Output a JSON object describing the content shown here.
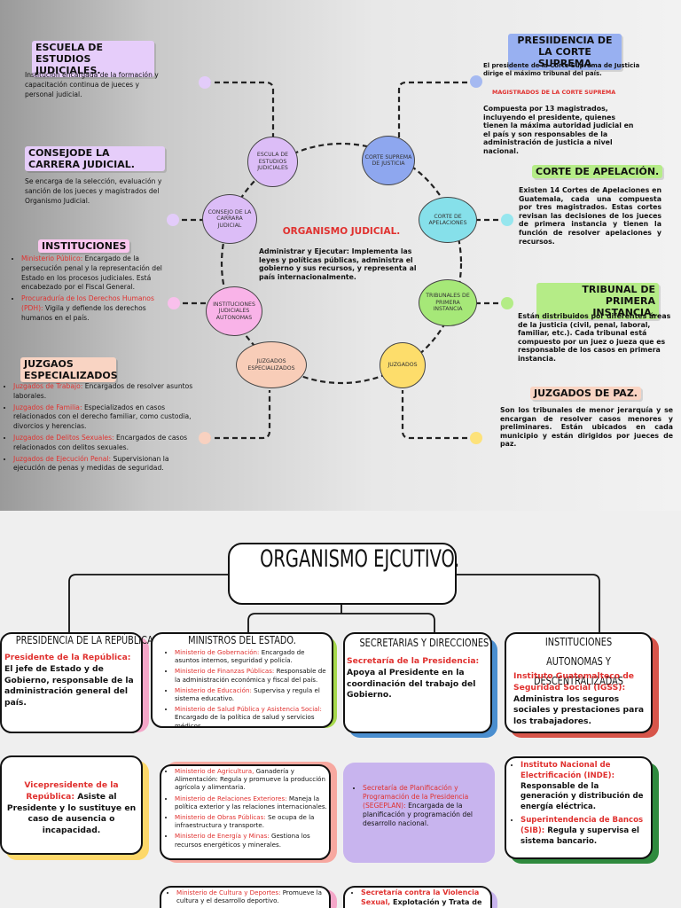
{
  "judicial": {
    "center_title": "ORGANISMO JUDICIAL.",
    "center_text": "Administrar y Ejecutar: Implementa las leyes y políticas públicas, administra el gobierno y sus recursos, y representa al país internacionalmente.",
    "nodes": {
      "escuela": "ESCULA DE ESTUDIOS JUDICIALES",
      "corte_suprema": "CORTE SUPREMA DE JUSTICIA",
      "consejo": "CONSEJO DE LA CARRARA JUDICIAL",
      "corte_apelaciones": "CORTE DE APELACIONES",
      "instituciones": "INSTITUCIONES JUDICIALES AUTONOMAS",
      "tribunales": "TRIBUNALES DE PRIMERA INSTANCIA",
      "juzgados_esp": "JUZGADOS ESPECIALIZADOS",
      "juzgados": "JUZGADOS"
    },
    "escuela": {
      "title": "ESCUELA DE ESTUDIOS JUDICIALES.",
      "text": "Institución encargada de la formación y capacitación continua de jueces y personal judicial."
    },
    "consejo": {
      "title": "CONSEJODE LA CARRERA JUDICIAL.",
      "text": "Se encarga de la selección, evaluación y sanción de los jueces y magistrados del Organismo Judicial."
    },
    "instituciones": {
      "title": "INSTITUCIONES",
      "items": [
        {
          "name": "Ministerio Público:",
          "text": " Encargado de la persecución penal y la representación del Estado en los procesos judiciales. Está encabezado por el Fiscal General."
        },
        {
          "name": "Procuraduría de los Derechos Humanos (PDH):",
          "text": " Vigila y defiende los derechos humanos en el país."
        }
      ]
    },
    "juzgados_esp": {
      "title": "JUZGAOS ESPECIALIZADOS",
      "items": [
        {
          "name": "Juzgados de Trabajo:",
          "text": " Encargados de resolver asuntos laborales."
        },
        {
          "name": "Juzgados de Familia:",
          "text": " Especializados en casos relacionados con el derecho familiar, como custodia, divorcios y herencias."
        },
        {
          "name": "Juzgados de Delitos Sexuales:",
          "text": " Encargados de casos relacionados con delitos sexuales."
        },
        {
          "name": "Juzgados de Ejecución Penal:",
          "text": " Supervisionan la ejecución de penas y medidas de seguridad."
        }
      ]
    },
    "presidencia": {
      "title": "PRESIIDENCIA DE LA CORTE SUPREMA",
      "text": "El presidente de la Corte Suprema de Justicia dirige el máximo tribunal del país.",
      "subtitle": "MAGISTRADOS DE LA CORTE SUPREMA",
      "text2": "Compuesta por 13 magistrados, incluyendo el presidente, quienes tienen la máxima autoridad judicial en el país y son responsables de la administración de justicia a nivel nacional."
    },
    "apelacion": {
      "title": "CORTE DE APELACIÓN.",
      "text": "Existen 14 Cortes de Apelaciones en Guatemala, cada una compuesta por tres magistrados. Estas cortes revisan las decisiones de los jueces de primera instancia y tienen la función de resolver apelaciones y recursos."
    },
    "tribunal": {
      "title": "TRIBUNAL DE PRIMERA INSTANCIA.",
      "text": "Están distribuidos por diferentes áreas de la justicia (civil, penal, laboral, familiar, etc.). Cada tribunal está compuesto por un juez o jueza que es responsable de los casos en primera instancia."
    },
    "paz": {
      "title": "JUZGADOS DE PAZ.",
      "text": "Son los tribunales de menor jerarquía y se encargan de resolver casos menores y preliminares. Están ubicados en cada municipio y están dirigidos por jueces de paz."
    }
  },
  "ejecutivo": {
    "title": "ORGANISMO EJCUTIVO.",
    "presidencia": {
      "title": "PRESIDENCIA DE LA REPÚBLICA",
      "name": "Presidente de la República:",
      "text": " El jefe de Estado y de Gobierno, responsable de la administración general del país."
    },
    "vicepresidente": {
      "name": "Vicepresidente de la República:",
      "text": " Asiste al Presidente y lo sustituye en caso de ausencia o incapacidad."
    },
    "ministros": {
      "title": "MINISTROS DEL ESTADO.",
      "items1": [
        {
          "name": "Ministerio de Gobernación:",
          "text": " Encargado de asuntos internos, seguridad y policía."
        },
        {
          "name": "Ministerio de Finanzas Públicas:",
          "text": " Responsable de la administración económica y fiscal del país."
        },
        {
          "name": "Ministerio de Educación:",
          "text": " Supervisa y regula el sistema educativo."
        },
        {
          "name": "Ministerio de Salud Pública y Asistencia Social:",
          "text": " Encargado de la política de salud y servicios médicos."
        }
      ],
      "items2": [
        {
          "name": "Ministerio de Agricultura,",
          "text": " Ganadería y Alimentación: Regula y promueve la producción agrícola y alimentaria."
        },
        {
          "name": "Ministerio de Relaciones Exteriores:",
          "text": " Maneja la política exterior y las relaciones internacionales."
        },
        {
          "name": "Ministerio de Obras Públicas:",
          "text": " Se ocupa de la infraestructura y transporte."
        },
        {
          "name": "Ministerio de Energía y Minas:",
          "text": " Gestiona los recursos energéticos y minerales."
        }
      ],
      "items3": [
        {
          "name": "Ministerio de Cultura y Deportes:",
          "text": " Promueve la cultura y el desarrollo deportivo."
        }
      ]
    },
    "secretarias": {
      "title": "SECRETARIAS Y DIRECCIONES",
      "name": "Secretaría de la Presidencia:",
      "text": " Apoya al Presidente en la coordinación del trabajo del Gobierno.",
      "name2": "Secretaría de Planificación y Programación de la Presidencia (SEGEPLAN):",
      "text2": " Encargada de la planificación y programación del desarrollo nacional.",
      "name3": "Secretaría contra la Violencia Sexual,",
      "text3": " Explotación y Trata de"
    },
    "autonomas": {
      "title": "INSTITUCIONES AUTONOMAS Y DESCENTRALIZADAS",
      "name": "Instituto Guatemalteco de Seguridad Social (IGSS):",
      "text": " Administra los seguros sociales y prestaciones para los trabajadores.",
      "items": [
        {
          "name": "Instituto Nacional de Electrificación (INDE):",
          "text": " Responsable de la generación y distribución de energía eléctrica."
        },
        {
          "name": "Superintendencia de Bancos (SIB):",
          "text": " Regula y supervisa el sistema bancario."
        }
      ]
    }
  },
  "colors": {
    "purple": "#d9b8f7",
    "blue": "#8ea7ef",
    "cyan": "#86e0ea",
    "green": "#a6e878",
    "pink": "#f9b3e8",
    "peach": "#f8cdb8",
    "yellow": "#fddd6b",
    "lavender": "#d6b8f2",
    "red": "#e0312f"
  }
}
